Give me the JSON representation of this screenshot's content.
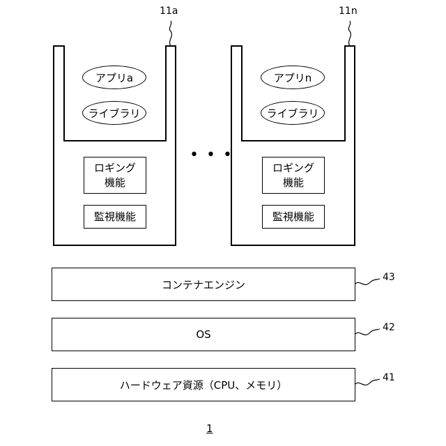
{
  "containers": [
    {
      "ref": "11a",
      "app": "アプリa",
      "library": "ライブラリ",
      "logging": "ロギング\n機能",
      "monitoring": "監視機能"
    },
    {
      "ref": "11n",
      "app": "アプリn",
      "library": "ライブラリ",
      "logging": "ロギング\n機能",
      "monitoring": "監視機能"
    }
  ],
  "ellipsis": "• • •",
  "layers": [
    {
      "label": "コンテナエンジン",
      "ref": "43"
    },
    {
      "label": "OS",
      "ref": "42"
    },
    {
      "label": "ハードウェア資源（CPU、メモリ）",
      "ref": "41"
    }
  ],
  "figure_ref": "1"
}
